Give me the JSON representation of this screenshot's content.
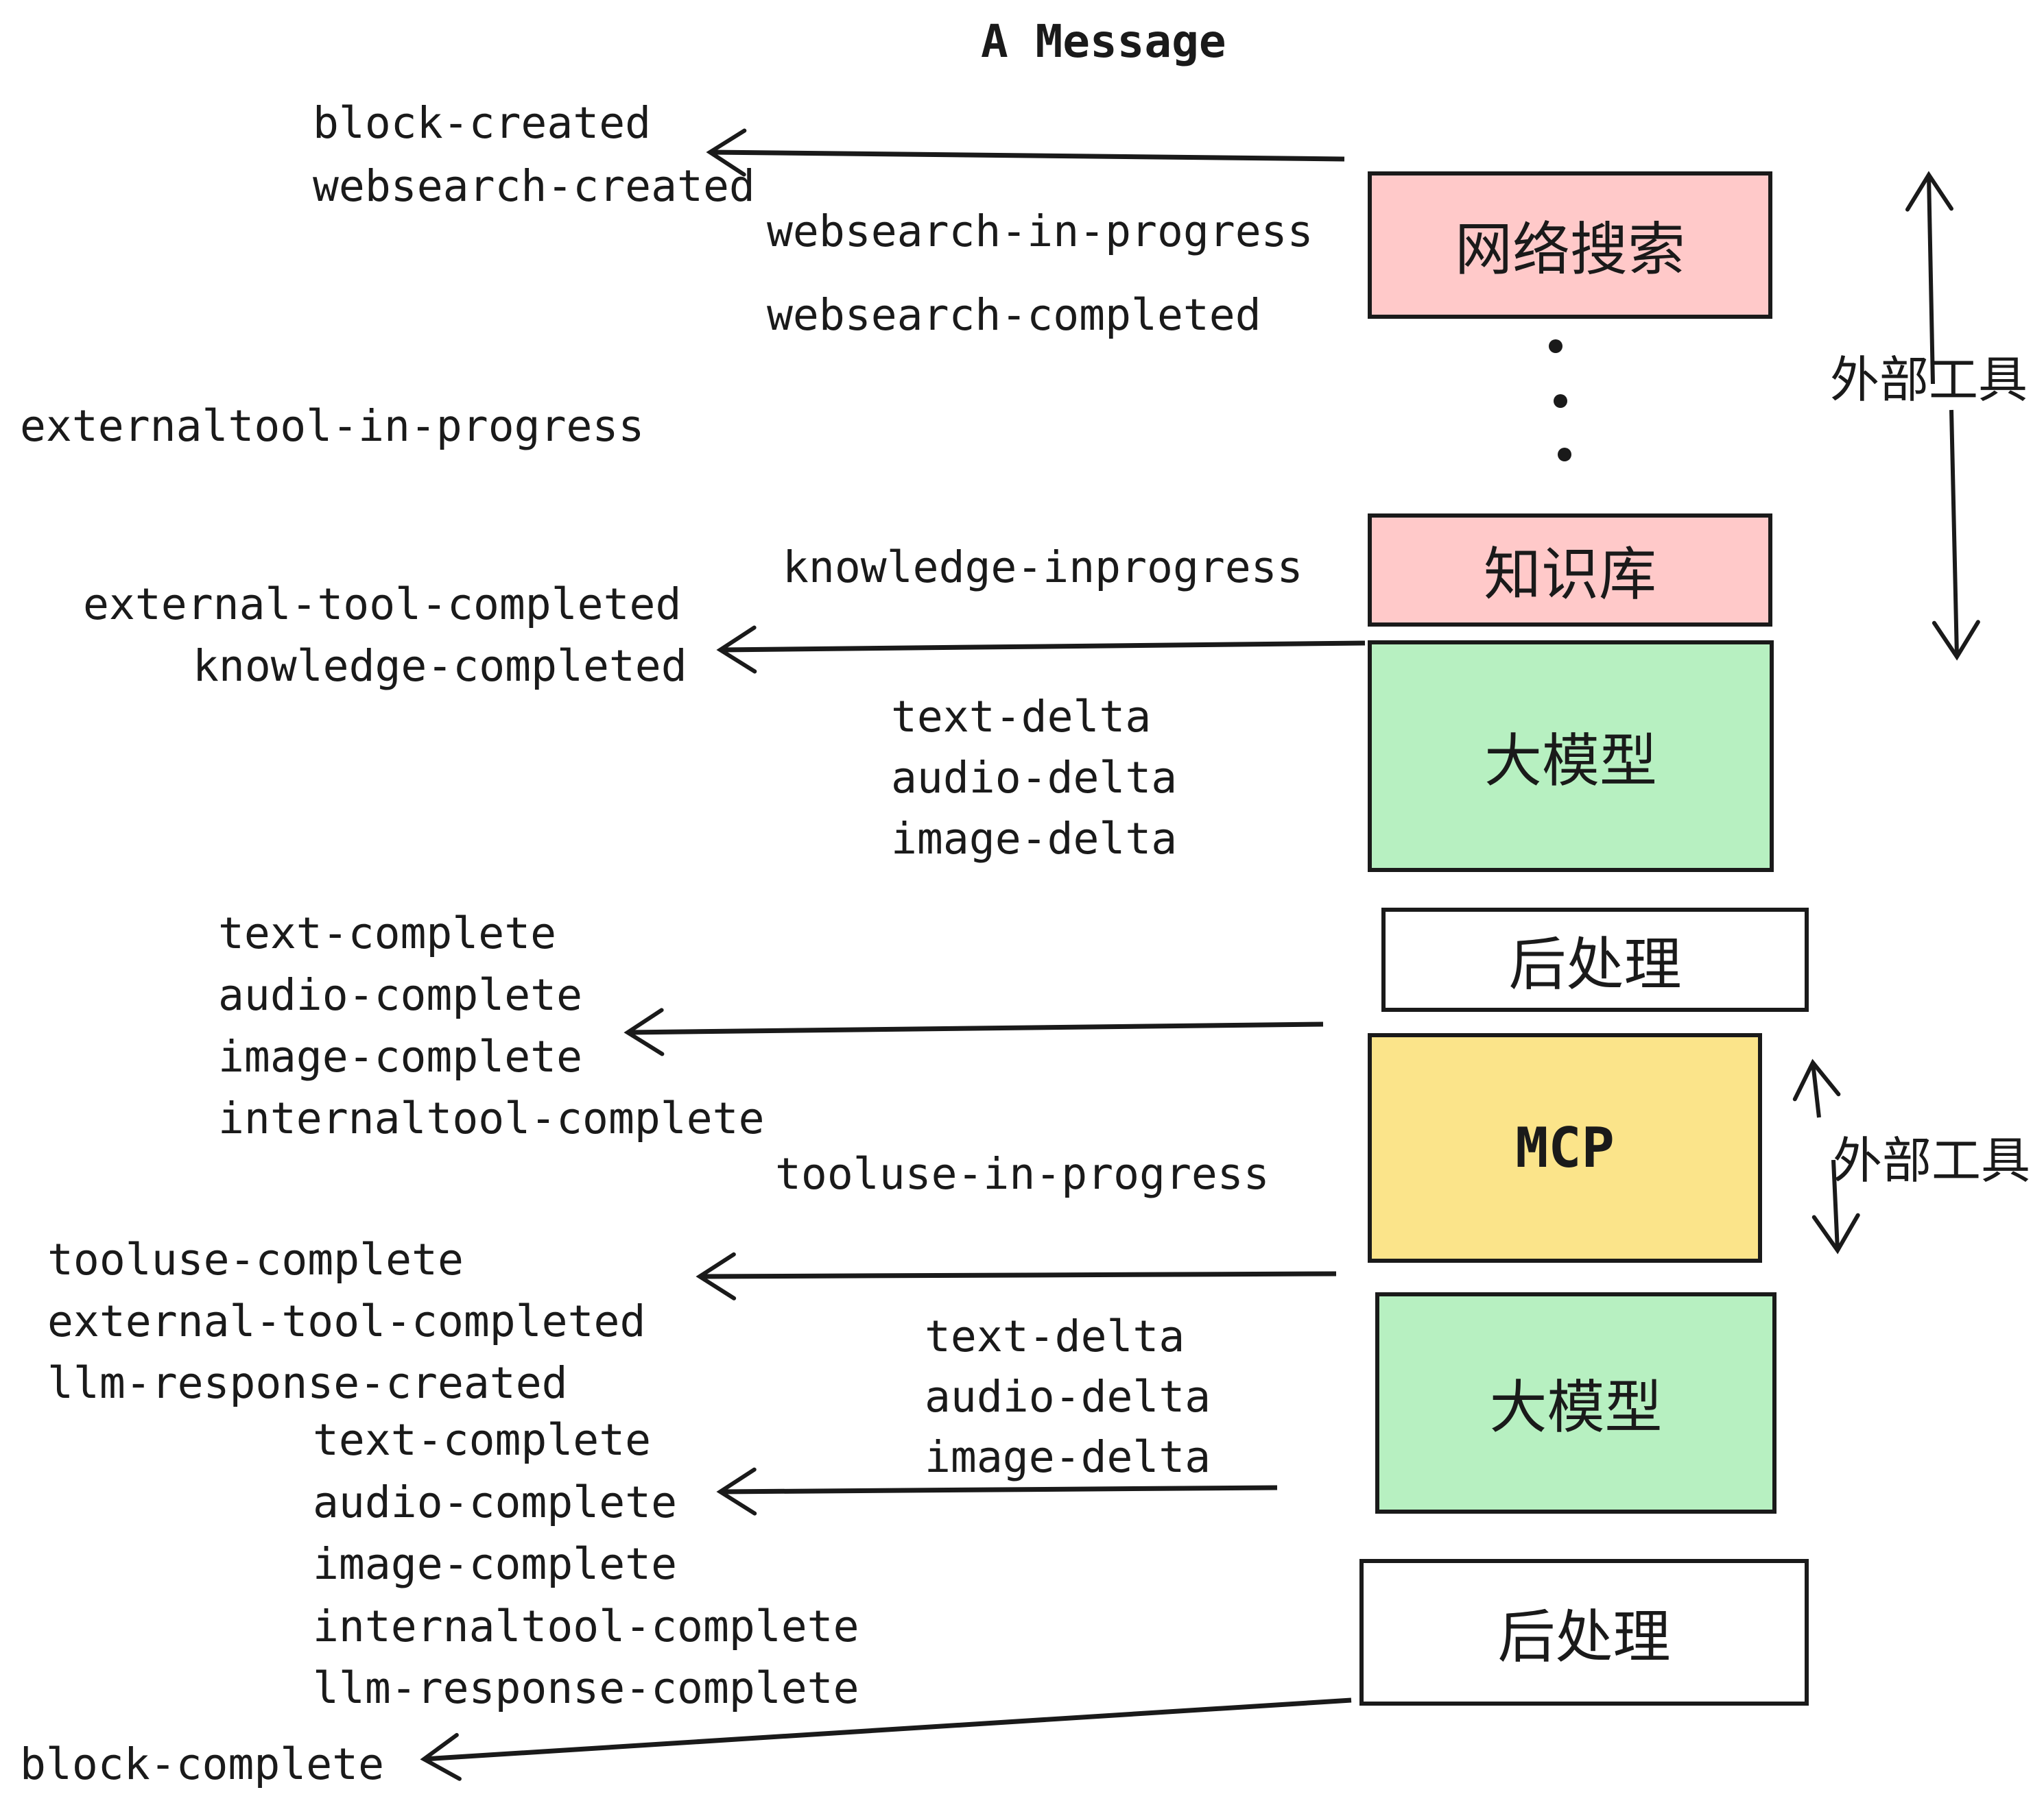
{
  "title": "A Message",
  "colors": {
    "pink": "#ffc9c9",
    "green": "#b7f0c1",
    "yellow": "#fbe48a",
    "white": "#ffffff",
    "ink": "#1a1a1a"
  },
  "boxes": {
    "websearch": {
      "label": "网络搜索",
      "fill": "pink"
    },
    "knowledge": {
      "label": "知识库",
      "fill": "pink"
    },
    "llm_top": {
      "label": "大模型",
      "fill": "green"
    },
    "post_top": {
      "label": "后处理",
      "fill": "white"
    },
    "mcp": {
      "label": "MCP",
      "fill": "yellow"
    },
    "llm_bottom": {
      "label": "大模型",
      "fill": "green"
    },
    "post_bottom": {
      "label": "后处理",
      "fill": "white"
    }
  },
  "side_labels": {
    "upper": "外部工具",
    "lower": "外部工具"
  },
  "events": {
    "block_created": "block-created",
    "websearch_created": "websearch-created",
    "websearch_in_progress": "websearch-in-progress",
    "websearch_completed": "websearch-completed",
    "externaltool_in_progress": "externaltool-in-progress",
    "knowledge_inprogress": "knowledge-inprogress",
    "external_tool_completed_1": "external-tool-completed",
    "knowledge_completed": "knowledge-completed",
    "text_delta_1": "text-delta",
    "audio_delta_1": "audio-delta",
    "image_delta_1": "image-delta",
    "text_complete_1": "text-complete",
    "audio_complete_1": "audio-complete",
    "image_complete_1": "image-complete",
    "internaltool_complete_1": "internaltool-complete",
    "tooluse_in_progress": "tooluse-in-progress",
    "tooluse_complete": "tooluse-complete",
    "external_tool_completed_2": "external-tool-completed",
    "llm_response_created": "llm-response-created",
    "text_delta_2": "text-delta",
    "audio_delta_2": "audio-delta",
    "image_delta_2": "image-delta",
    "text_complete_2": "text-complete",
    "audio_complete_2": "audio-complete",
    "image_complete_2": "image-complete",
    "internaltool_complete_2": "internaltool-complete",
    "llm_response_complete": "llm-response-complete",
    "block_complete": "block-complete"
  }
}
